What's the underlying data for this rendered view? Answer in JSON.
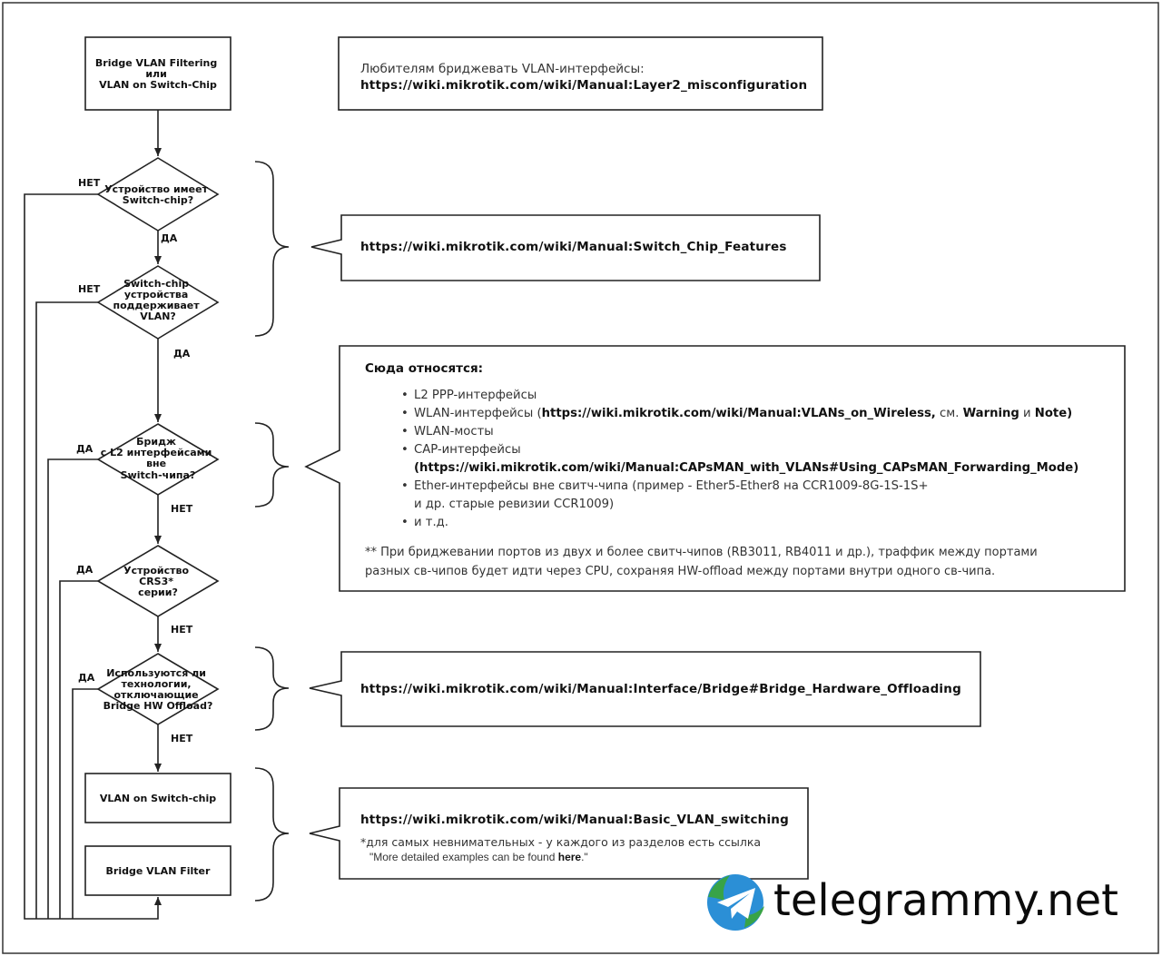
{
  "flow": {
    "start": [
      "Bridge VLAN Filtering",
      "или",
      "VLAN on Switch-Chip"
    ],
    "d1": [
      "Устройство имеет",
      "Switch-chip?"
    ],
    "d2": [
      "Switch-chip",
      "устройства",
      "поддерживает",
      "VLAN?"
    ],
    "d3": [
      "Бридж",
      "с L2 интерфейсами",
      "вне",
      "Switch-чипа?"
    ],
    "d4": [
      "Устройство",
      "CRS3*",
      "серии?"
    ],
    "d5": [
      "Используются ли",
      "технологии,",
      "отключающие",
      "Bridge HW Offload?"
    ],
    "end1": "VLAN on Switch-chip",
    "end2": "Bridge VLAN Filter",
    "yes": "ДА",
    "no": "НЕТ"
  },
  "note1": {
    "line1": "Любителям бриджевать VLAN-интерфейсы:",
    "url": "https://wiki.mikrotik.com/wiki/Manual:Layer2_misconfiguration"
  },
  "note2": {
    "url": "https://wiki.mikrotik.com/wiki/Manual:Switch_Chip_Features"
  },
  "note3": {
    "heading": "Сюда относятся:",
    "item1": "L2 PPP-интерфейсы",
    "item2_pre": "WLAN-интерфейсы (",
    "item2_url": "https://wiki.mikrotik.com/wiki/Manual:VLANs_on_Wireless,",
    "item2_see": " см. ",
    "item2_warning": "Warning",
    "item2_and": " и ",
    "item2_note": "Note)",
    "item3": "WLAN-мосты",
    "item4_line1": "CAP-интерфейсы",
    "item4_url": "(https://wiki.mikrotik.com/wiki/Manual:CAPsMAN_with_VLANs#Using_CAPsMAN_Forwarding_Mode)",
    "item5_line1": "Ether-интерфейсы вне свитч-чипа (пример - Ether5-Ether8 на CCR1009-8G-1S-1S+",
    "item5_line2": "и др. старые ревизии CCR1009)",
    "item6": "и т.д.",
    "footnote1": "** При бриджевании портов из двух и более свитч-чипов (RB3011, RB4011 и др.), траффик между портами",
    "footnote2": "разных св-чипов будет идти через CPU, сохраняя HW-offload между портами внутри одного св-чипа."
  },
  "note4": {
    "url": "https://wiki.mikrotik.com/wiki/Manual:Interface/Bridge#Bridge_Hardware_Offloading"
  },
  "note5": {
    "url": "https://wiki.mikrotik.com/wiki/Manual:Basic_VLAN_switching",
    "line1": "*для самых невнимательных - у каждого из разделов есть ссылка",
    "line2_pre": "\"More detailed examples can be found ",
    "line2_bold": "here",
    "line2_post": ".\""
  },
  "watermark": {
    "text": "telegrammy.net",
    "icon": "telegram-logo-icon"
  },
  "colors": {
    "line": "#222222",
    "watermark_blue": "#2b8fd6",
    "watermark_green": "#3aa537"
  }
}
